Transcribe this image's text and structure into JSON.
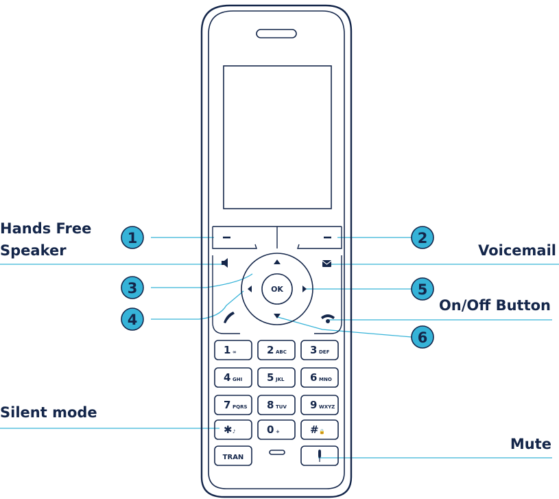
{
  "labels": {
    "hands_free_line1": "Hands Free",
    "hands_free_line2": "Speaker",
    "voicemail": "Voicemail",
    "on_off": "On/Off Button",
    "silent_mode": "Silent mode",
    "mute": "Mute"
  },
  "callouts": [
    "1",
    "2",
    "3",
    "4",
    "5",
    "6"
  ],
  "nav": {
    "ok": "OK"
  },
  "keypad": [
    {
      "main": "1",
      "sub": "∞"
    },
    {
      "main": "2",
      "sub": "ABC"
    },
    {
      "main": "3",
      "sub": "DEF"
    },
    {
      "main": "4",
      "sub": "GHI"
    },
    {
      "main": "5",
      "sub": "JKL"
    },
    {
      "main": "6",
      "sub": "MNO"
    },
    {
      "main": "7",
      "sub": "PQRS"
    },
    {
      "main": "8",
      "sub": "TUV"
    },
    {
      "main": "9",
      "sub": "WXYZ"
    },
    {
      "main": "✱",
      "sub": "♪"
    },
    {
      "main": "0",
      "sub": "+"
    },
    {
      "main": "#",
      "sub": "🔒"
    }
  ],
  "tran_label": "TRAN",
  "colors": {
    "outline": "#14264a",
    "callout_fill": "#36b3d8",
    "callout_line": "#36b3d8"
  }
}
